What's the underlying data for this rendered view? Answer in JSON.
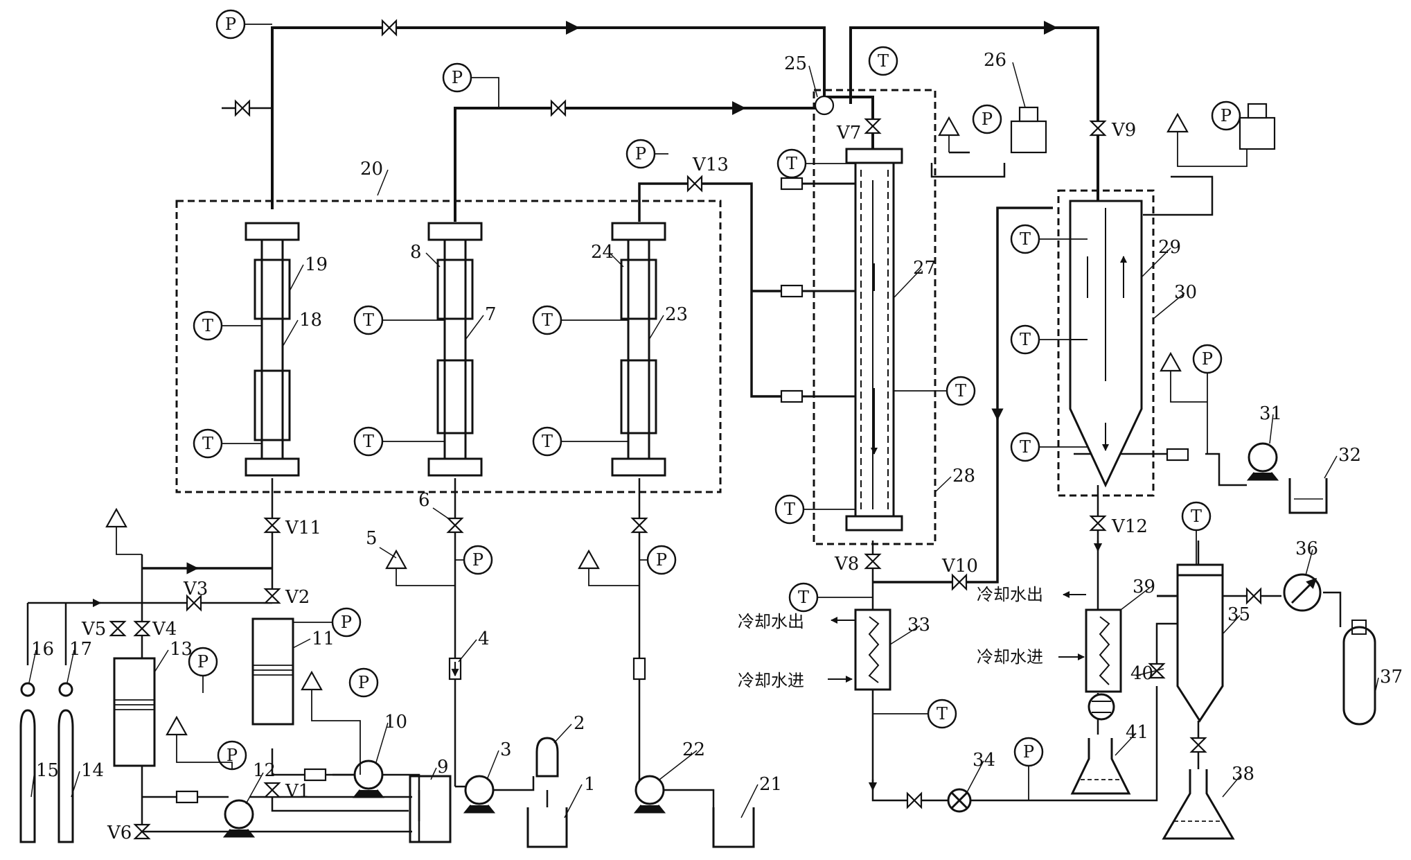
{
  "instrument_letters": {
    "pressure": "P",
    "temperature": "T"
  },
  "valve_labels": {
    "V1": "V1",
    "V2": "V2",
    "V3": "V3",
    "V4": "V4",
    "V5": "V5",
    "V6": "V6",
    "V7": "V7",
    "V8": "V8",
    "V9": "V9",
    "V10": "V10",
    "V11": "V11",
    "V12": "V12",
    "V13": "V13"
  },
  "component_numbers": {
    "n1": "1",
    "n2": "2",
    "n3": "3",
    "n4": "4",
    "n5": "5",
    "n6": "6",
    "n7": "7",
    "n8": "8",
    "n9": "9",
    "n10": "10",
    "n11": "11",
    "n12": "12",
    "n13": "13",
    "n14": "14",
    "n15": "15",
    "n16": "16",
    "n17": "17",
    "n18": "18",
    "n19": "19",
    "n20": "20",
    "n21": "21",
    "n22": "22",
    "n23": "23",
    "n24": "24",
    "n25": "25",
    "n26": "26",
    "n27": "27",
    "n28": "28",
    "n29": "29",
    "n30": "30",
    "n31": "31",
    "n32": "32",
    "n33": "33",
    "n34": "34",
    "n35": "35",
    "n36": "36",
    "n37": "37",
    "n38": "38",
    "n39": "39",
    "n40": "40",
    "n41": "41"
  },
  "cooling_water": {
    "outlet": "冷却水出",
    "inlet": "冷却水进"
  },
  "colors": {
    "line": "#111111",
    "background": "#ffffff"
  }
}
